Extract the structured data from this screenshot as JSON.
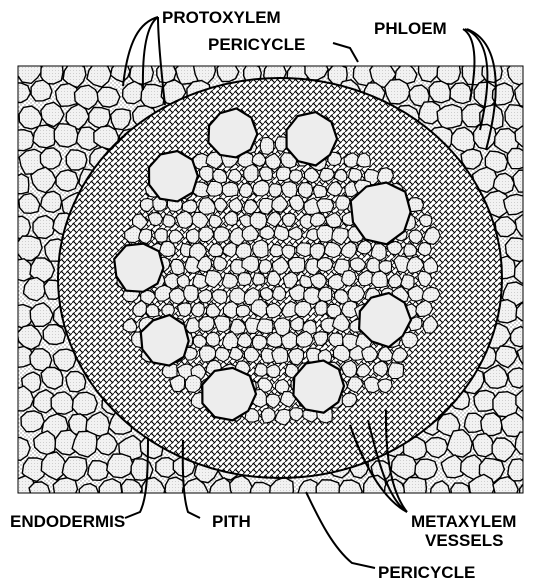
{
  "labels": {
    "protoxylem": "PROTOXYLEM",
    "pericycle_top": "PERICYCLE",
    "phloem": "PHLOEM",
    "endodermis": "ENDODERMIS",
    "pith": "PITH",
    "metaxylem_line1": "METAXYLEM",
    "metaxylem_line2": "VESSELS",
    "pericycle_bottom": "PERICYCLE"
  },
  "colors": {
    "outline": "#000000",
    "cortex_stipple": "#b5b5b5",
    "vessel_fill": "#e9e9e9",
    "background": "#ffffff"
  }
}
